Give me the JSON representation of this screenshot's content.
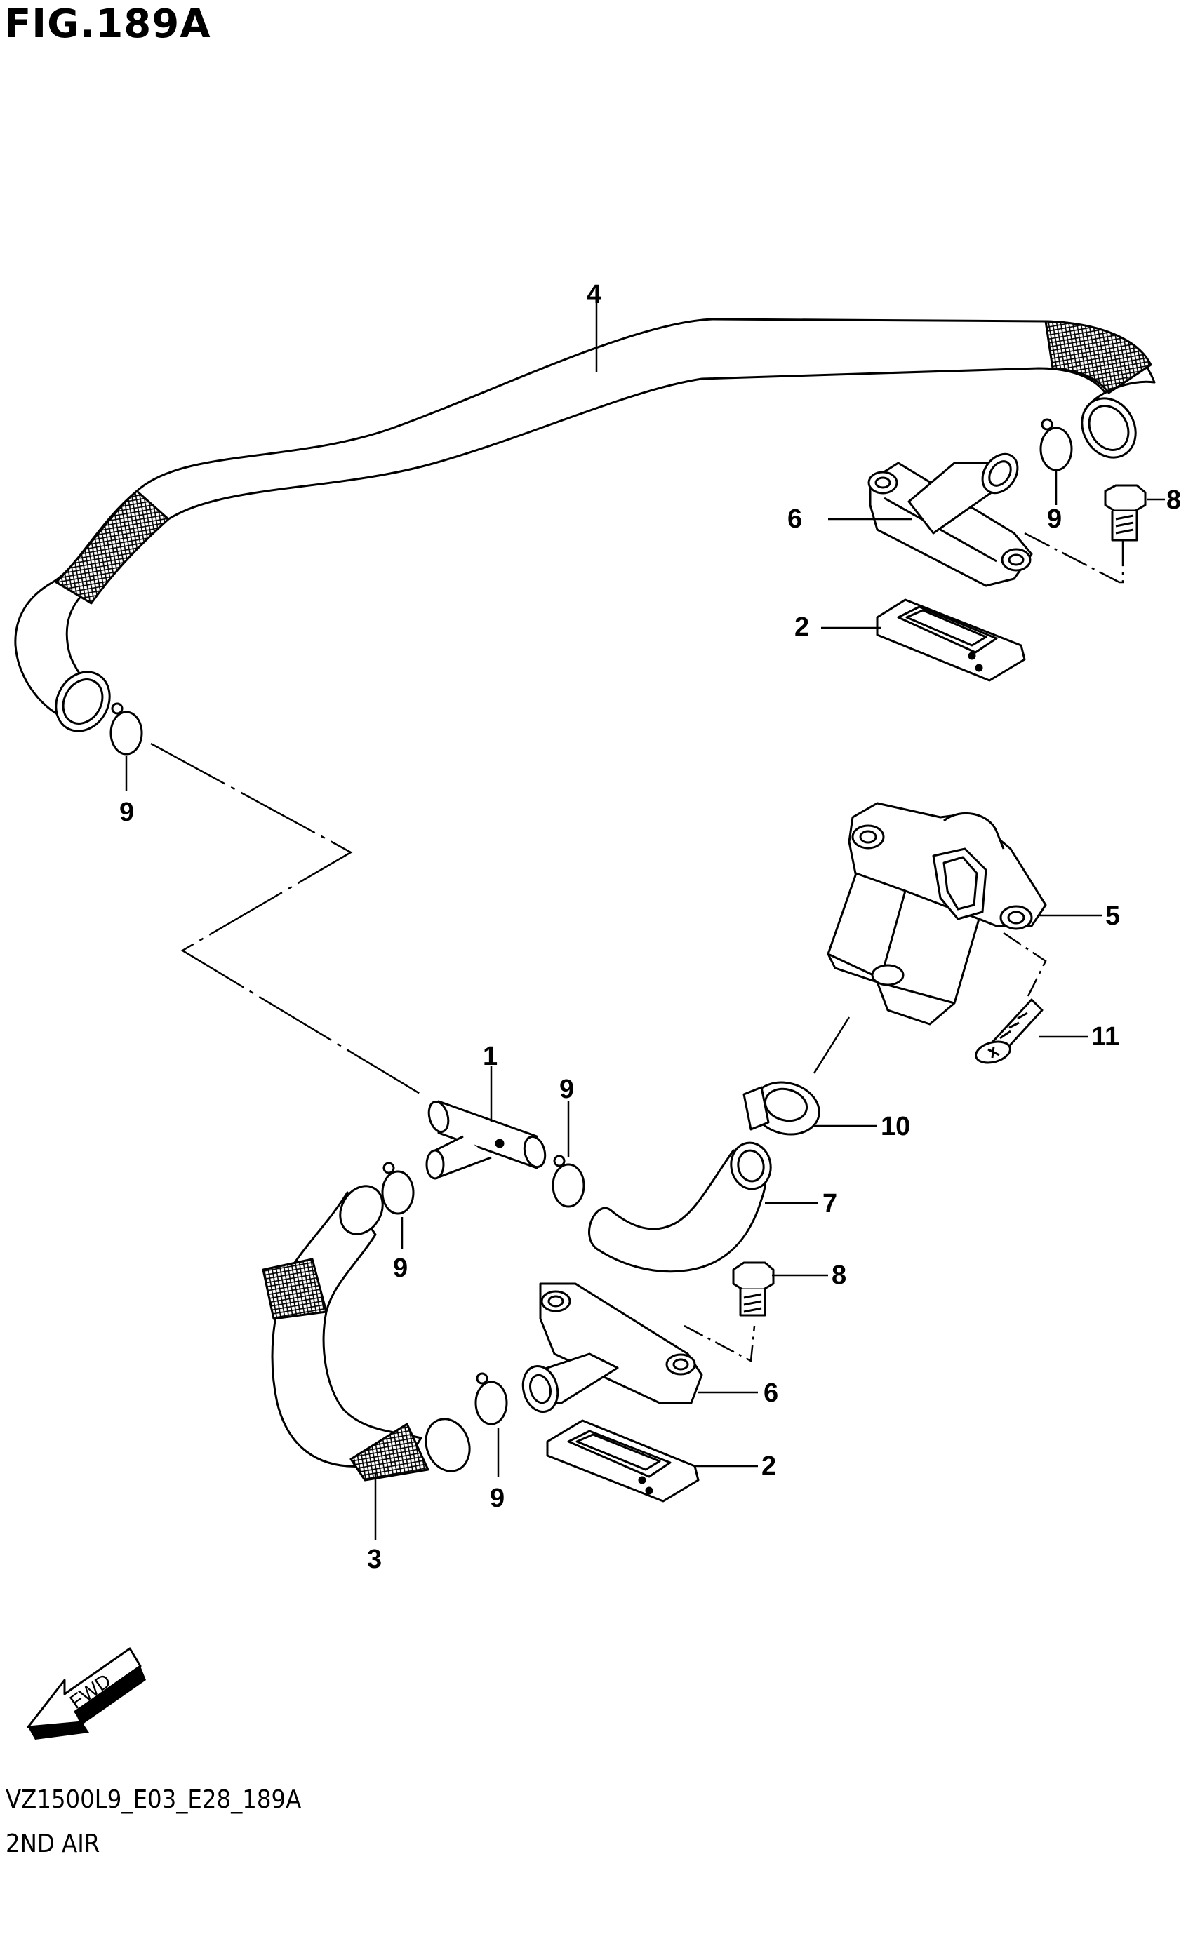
{
  "figure": {
    "title": "FIG.189A",
    "code": "VZ1500L9_E03_E28_189A",
    "name": "2ND AIR",
    "fwd_label": "FWD"
  },
  "parts": [
    {
      "ref": "1",
      "name": "pipe-tee"
    },
    {
      "ref": "2",
      "name": "gasket"
    },
    {
      "ref": "3",
      "name": "hose"
    },
    {
      "ref": "4",
      "name": "hose"
    },
    {
      "ref": "5",
      "name": "valve"
    },
    {
      "ref": "6",
      "name": "cover"
    },
    {
      "ref": "7",
      "name": "hose"
    },
    {
      "ref": "8",
      "name": "bolt"
    },
    {
      "ref": "9",
      "name": "clamp"
    },
    {
      "ref": "10",
      "name": "clamp"
    },
    {
      "ref": "11",
      "name": "screw"
    }
  ],
  "callouts": {
    "c4": "4",
    "c6a": "6",
    "c9a": "9",
    "c8a": "8",
    "c2a": "2",
    "c9b": "9",
    "c5": "5",
    "c11": "11",
    "c1": "1",
    "c9c": "9",
    "c10": "10",
    "c7": "7",
    "c9d": "9",
    "c8b": "8",
    "c6b": "6",
    "c2b": "2",
    "c9e": "9",
    "c3": "3"
  }
}
